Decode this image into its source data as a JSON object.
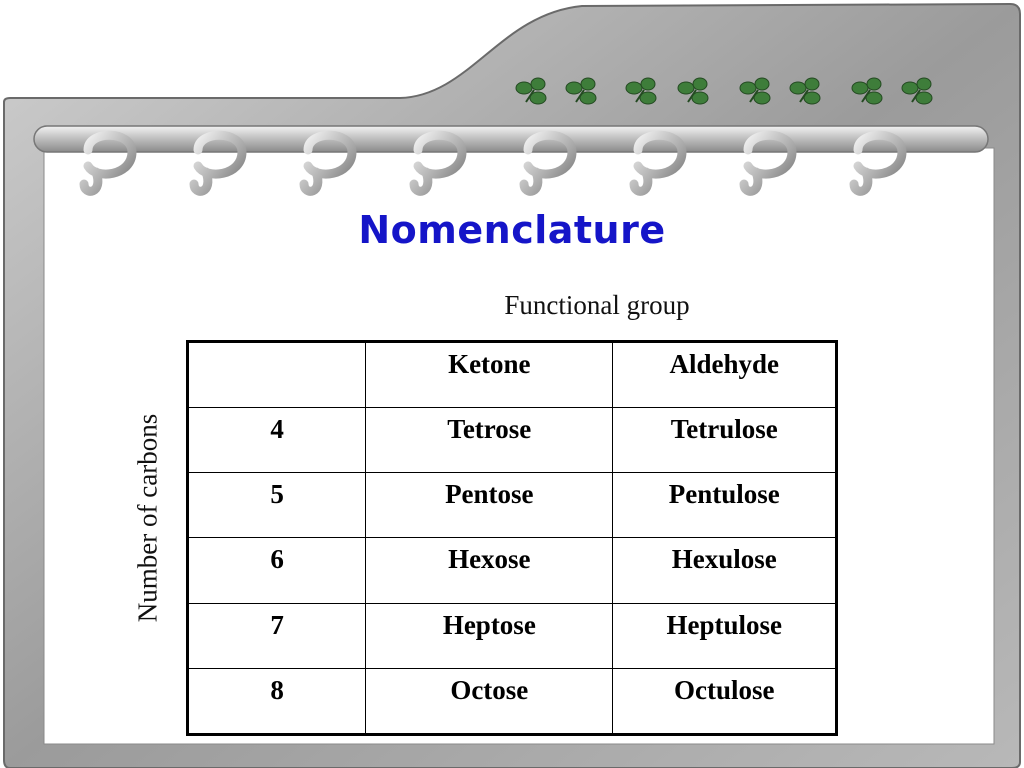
{
  "slide": {
    "title": "Nomenclature",
    "column_heading": "Functional group",
    "row_heading": "Number of carbons"
  },
  "table": {
    "header": [
      "",
      "Ketone",
      "Aldehyde"
    ],
    "rows": [
      [
        "4",
        "Tetrose",
        "Tetrulose"
      ],
      [
        "5",
        "Pentose",
        "Pentulose"
      ],
      [
        "6",
        "Hexose",
        "Hexulose"
      ],
      [
        "7",
        "Heptose",
        "Heptulose"
      ],
      [
        "8",
        "Octose",
        "Octulose"
      ]
    ]
  },
  "colors": {
    "title": "#1515c8",
    "frame": "#9a9a9a",
    "leaf": "#3e7d3a"
  }
}
